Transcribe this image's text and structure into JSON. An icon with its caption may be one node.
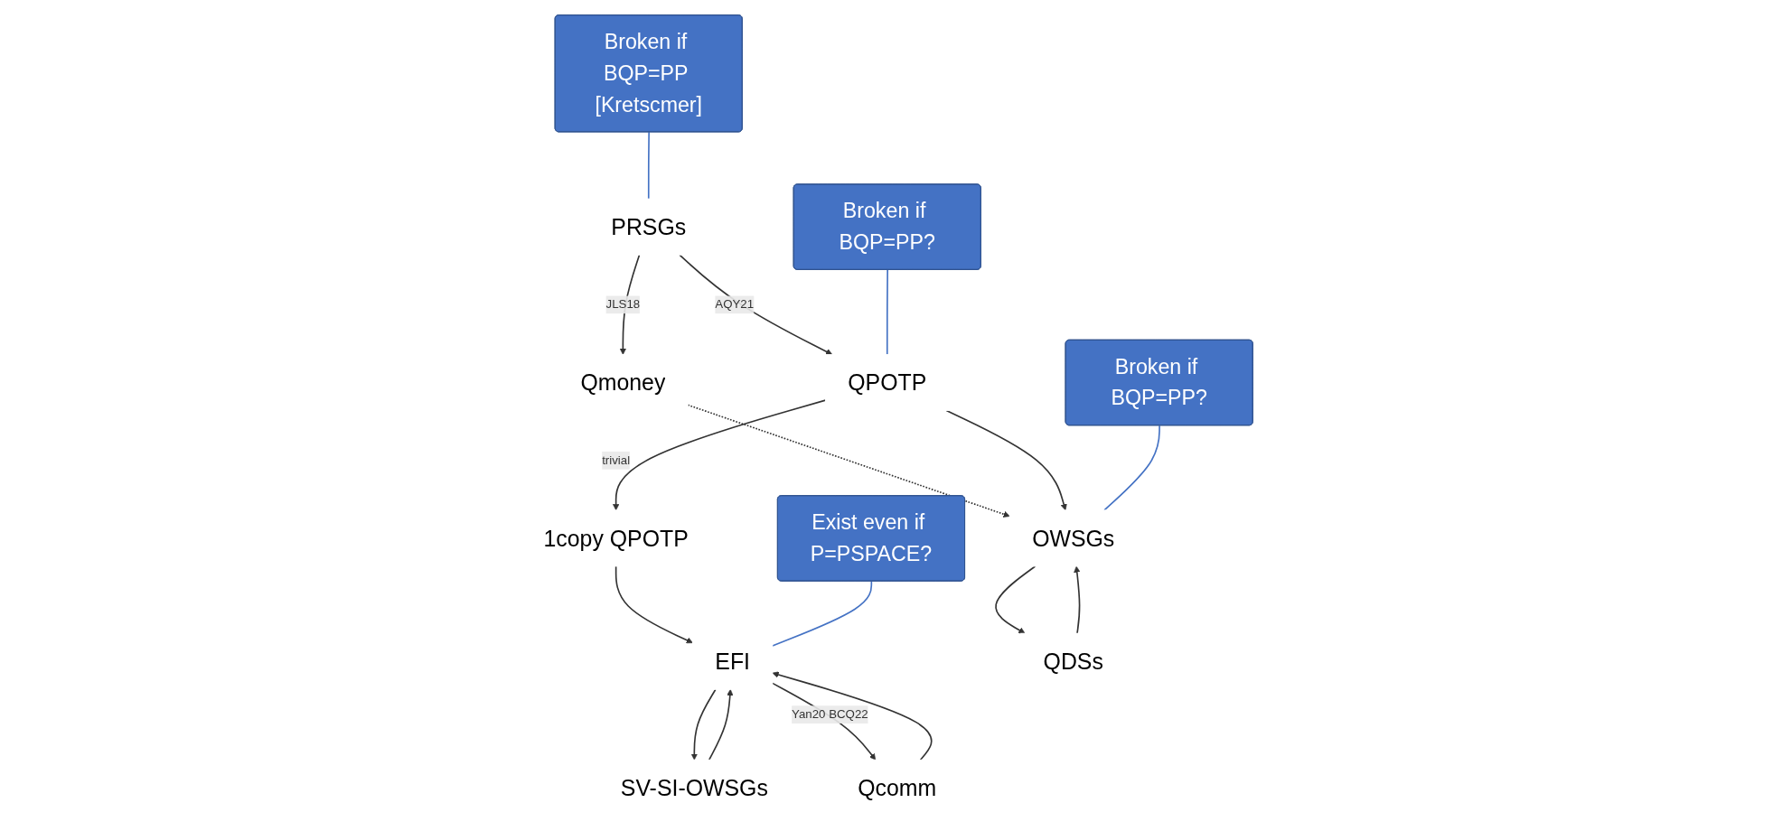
{
  "diagram": {
    "nodes": [
      {
        "text": [
          "PRSGs"
        ]
      },
      {
        "text": [
          "Qmoney"
        ]
      },
      {
        "text": [
          "QPOTP"
        ]
      },
      {
        "text": [
          "OWSGs"
        ]
      },
      {
        "text": [
          "1copy QPOTP"
        ]
      },
      {
        "text": [
          "SV-SI-OWSGs"
        ]
      },
      {
        "text": [
          "EFI"
        ]
      },
      {
        "text": [
          "QDSs"
        ]
      },
      {
        "text": [
          "Qcomm"
        ]
      },
      {
        "text": [
          "Broken if BQP=PP [Kretscmer]"
        ]
      },
      {
        "text": [
          "Broken if BQP=PP?"
        ]
      },
      {
        "text": [
          "Broken if BQP=PP?"
        ]
      },
      {
        "text": [
          "Exist even if P=PSPACE?"
        ]
      }
    ],
    "edges": [
      {
        "from": 0,
        "to": 1,
        "arrow": "to",
        "label": "JLS18"
      },
      {
        "from": 0,
        "to": 2,
        "arrow": "to",
        "label": "AQY21"
      },
      {
        "from": 1,
        "to": 3,
        "arrow": "to",
        "style": "dashed"
      },
      {
        "from": 2,
        "to": 3,
        "arrow": "to"
      },
      {
        "from": 2,
        "to": 4,
        "arrow": "to",
        "label": "trivial"
      },
      {
        "from": 4,
        "to": 6,
        "arrow": "to"
      },
      {
        "from": 5,
        "to": 6,
        "arrow": "to"
      },
      {
        "from": 6,
        "to": 5,
        "arrow": "to"
      },
      {
        "from": 3,
        "to": 7,
        "arrow": "to"
      },
      {
        "from": 7,
        "to": 3,
        "arrow": "to"
      },
      {
        "from": 6,
        "to": 8,
        "arrow": "to",
        "label": "Yan20 BCQ22"
      },
      {
        "from": 8,
        "to": 6,
        "arrow": "to"
      },
      {
        "from": 9,
        "to": 0,
        "arrow": "none",
        "color": "#4472c4"
      },
      {
        "from": 10,
        "to": 2,
        "arrow": "none",
        "color": "#4472c4"
      },
      {
        "from": 11,
        "to": 3,
        "arrow": "none",
        "color": "#4472c4"
      },
      {
        "from": 12,
        "to": 6,
        "arrow": "none",
        "color": "#4472c4"
      }
    ]
  }
}
